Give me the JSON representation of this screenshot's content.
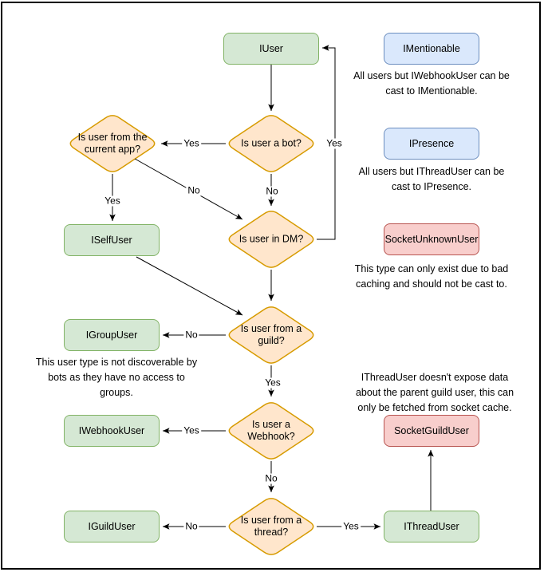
{
  "palette": {
    "green_fill": "#d5e8d4",
    "green_stroke": "#82b366",
    "blue_fill": "#dae8fc",
    "blue_stroke": "#6c8ebf",
    "orange_fill": "#ffe6cc",
    "orange_stroke": "#d79b00",
    "red_fill": "#f8cecc",
    "red_stroke": "#b85450",
    "edge_color": "#000000",
    "background": "#ffffff"
  },
  "nodes": {
    "iuser": {
      "label": "IUser"
    },
    "imentionable": {
      "label": "IMentionable"
    },
    "ipresence": {
      "label": "IPresence"
    },
    "socketunknownuser": {
      "label": "SocketUnknownUser"
    },
    "socketguilduser": {
      "label": "SocketGuildUser"
    },
    "ithreaduser": {
      "label": "IThreadUser"
    },
    "iselfuser": {
      "label": "ISelfUser"
    },
    "igroupuser": {
      "label": "IGroupUser"
    },
    "iwebhookuser": {
      "label": "IWebhookUser"
    },
    "iguilduser": {
      "label": "IGuildUser"
    }
  },
  "decisions": {
    "bot": {
      "label": "Is user a bot?"
    },
    "current_app": {
      "label": "Is user from the current app?"
    },
    "dm": {
      "label": "Is user in DM?"
    },
    "guild": {
      "label": "Is user from a guild?"
    },
    "webhook": {
      "label": "Is user a Webhook?"
    },
    "thread": {
      "label": "Is user from a thread?"
    }
  },
  "edge_labels": {
    "bot_yes": "Yes",
    "bot_no": "No",
    "current_app_yes": "Yes",
    "current_app_no": "No",
    "dm_yes": "Yes",
    "guild_yes": "Yes",
    "guild_no": "No",
    "webhook_yes": "Yes",
    "webhook_no": "No",
    "thread_yes": "Yes",
    "thread_no": "No"
  },
  "annotations": {
    "mentionable": {
      "lines": [
        "All users but IWebhookUser can be",
        "cast to IMentionable."
      ]
    },
    "presence": {
      "lines": [
        "All users but IThreadUser can be",
        "cast to IPresence."
      ]
    },
    "unknown": {
      "lines": [
        "This type can only exist due to bad",
        "caching and should not be cast to."
      ]
    },
    "group": {
      "lines": [
        "This user type is not discoverable by",
        "bots as they have no access to",
        "groups."
      ]
    },
    "thread": {
      "lines": [
        "IThreadUser doesn't expose data",
        "about the parent guild user, this can",
        "only be fetched from socket cache."
      ]
    }
  }
}
